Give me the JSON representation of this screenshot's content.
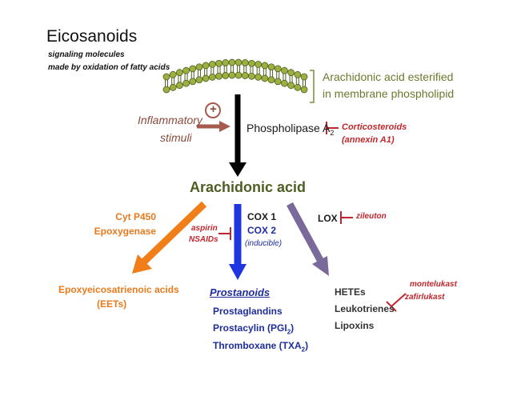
{
  "title": "Eicosanoids",
  "subtitle_lines": [
    "signaling molecules",
    "made by oxidation of fatty acids"
  ],
  "membrane_label": [
    "Arachidonic acid esterified",
    "in membrane phospholipid"
  ],
  "inflammatory": {
    "lines": [
      "Inflammatory",
      "stimuli"
    ],
    "plus": "+"
  },
  "enzyme_pla2": {
    "text": "Phospholipase A",
    "sub": "2"
  },
  "pla2_inhibitor": [
    "Corticosteroids",
    "(annexin A1)"
  ],
  "center": "Arachidonic acid",
  "cyp": {
    "lines": [
      "Cyt P450",
      "Epoxygenase"
    ]
  },
  "cox_inhibitor": [
    "aspirin",
    "NSAIDs"
  ],
  "cox": {
    "cox1": "COX 1",
    "cox2": "COX 2",
    "inducible": "(inducible)"
  },
  "lox": {
    "label": "LOX",
    "inhibitor": "zileuton"
  },
  "eets": [
    "Epoxyeicosatrienoic acids",
    "(EETs)"
  ],
  "prostanoids": {
    "heading": "Prostanoids",
    "items": [
      {
        "text": "Prostaglandins",
        "sub": "",
        "after": ""
      },
      {
        "text": "Prostacylin (PGI",
        "sub": "2",
        "after": ")"
      },
      {
        "text": "Thromboxane (TXA",
        "sub": "2",
        "after": ")"
      }
    ]
  },
  "lox_products": [
    "HETEs",
    "Leukotrienes",
    "Lipoxins"
  ],
  "lt_inhibitor": [
    "montelukast",
    "zafirlukast"
  ],
  "colors": {
    "olive": "#6b7a2e",
    "orange_arrow": "#f07f1a",
    "blue_arrow": "#1f35e0",
    "purple_arrow": "#7a6a9c",
    "red_inhibitor": "#c0272d",
    "brown_arrow": "#a55a4d",
    "black_arrow": "#000000"
  }
}
